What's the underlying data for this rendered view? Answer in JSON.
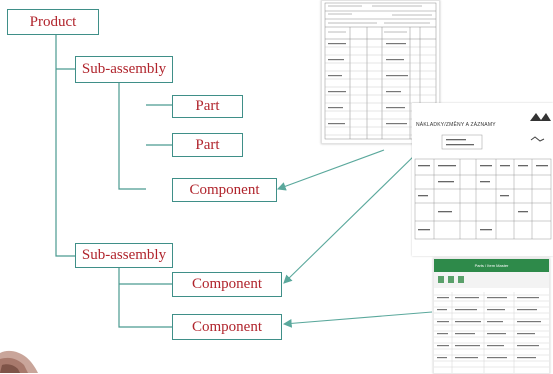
{
  "tree": {
    "product": "Product",
    "subassembly_1": "Sub-assembly",
    "part_1": "Part",
    "part_2": "Part",
    "component_1": "Component",
    "subassembly_2": "Sub-assembly",
    "component_2": "Component",
    "component_3": "Component"
  },
  "documents": {
    "report_title": "NÁKLADKY/ZMĚNY A ZÁZNAMY",
    "spreadsheet_title": "Parts / Item Master"
  },
  "colors": {
    "node_text": "#b0242c",
    "node_border": "#3f8f88",
    "connector": "#4a9a90",
    "arrow": "#5aa89c"
  }
}
